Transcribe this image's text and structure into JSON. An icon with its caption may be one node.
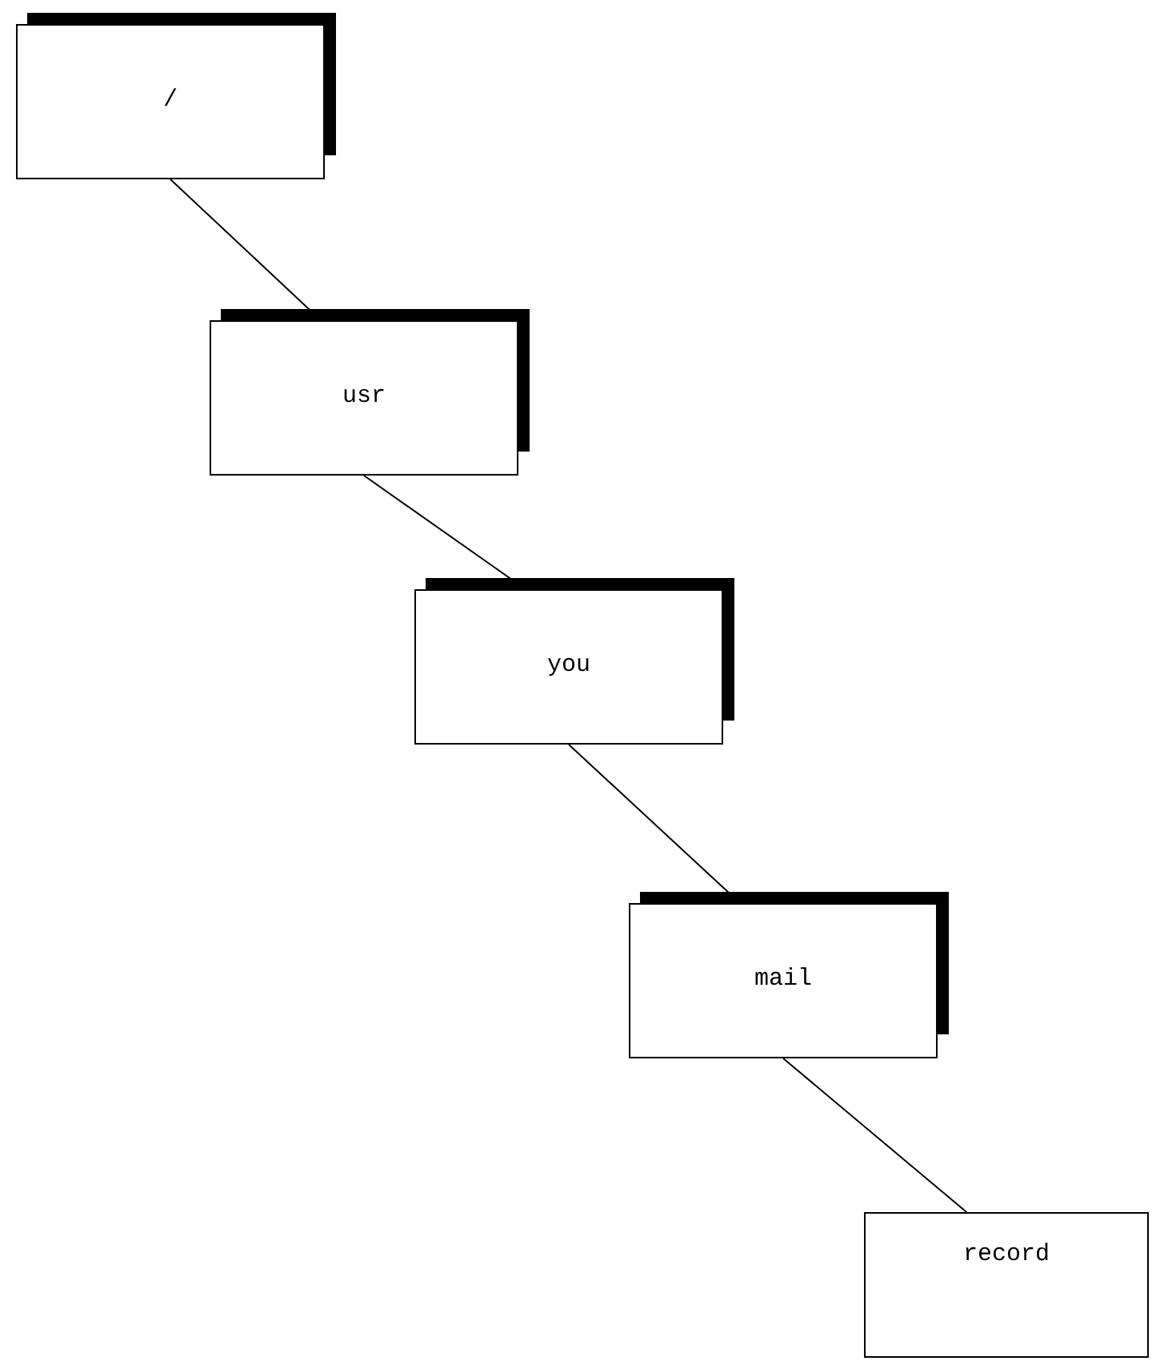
{
  "diagram": {
    "nodes": [
      {
        "text": [
          "/"
        ]
      },
      {
        "text": [
          "usr"
        ]
      },
      {
        "text": [
          "you"
        ]
      },
      {
        "text": [
          "mail"
        ]
      },
      {
        "text": [
          "record"
        ]
      }
    ],
    "edges": [
      {
        "from": 0,
        "to": 1,
        "arrow": "none"
      },
      {
        "from": 1,
        "to": 2,
        "arrow": "none"
      },
      {
        "from": 2,
        "to": 3,
        "arrow": "none"
      },
      {
        "from": 3,
        "to": 4,
        "arrow": "none"
      }
    ]
  }
}
